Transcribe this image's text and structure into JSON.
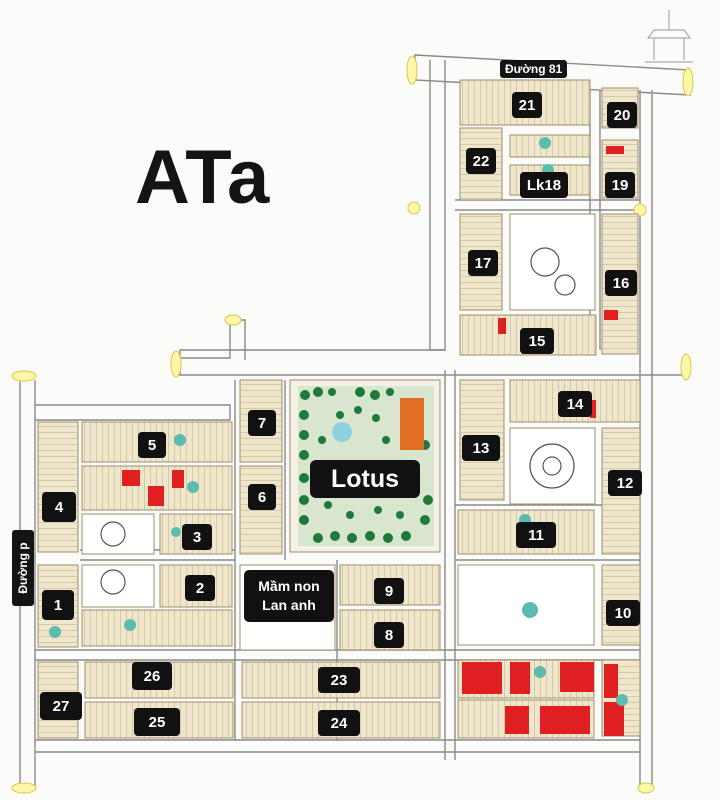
{
  "title": "ATa",
  "park_label": "Lotus",
  "school": {
    "line1": "Mầm non",
    "line2": "Lan anh"
  },
  "roads": {
    "top": "Đường 81",
    "left": "Đường p"
  },
  "blocks": [
    {
      "id": "21"
    },
    {
      "id": "20"
    },
    {
      "id": "22"
    },
    {
      "id": "Lk18"
    },
    {
      "id": "19"
    },
    {
      "id": "17"
    },
    {
      "id": "16"
    },
    {
      "id": "15"
    },
    {
      "id": "14"
    },
    {
      "id": "13"
    },
    {
      "id": "12"
    },
    {
      "id": "11"
    },
    {
      "id": "10"
    },
    {
      "id": "9"
    },
    {
      "id": "8"
    },
    {
      "id": "7"
    },
    {
      "id": "6"
    },
    {
      "id": "5"
    },
    {
      "id": "4"
    },
    {
      "id": "3"
    },
    {
      "id": "2"
    },
    {
      "id": "1"
    },
    {
      "id": "26"
    },
    {
      "id": "27"
    },
    {
      "id": "23"
    },
    {
      "id": "25"
    },
    {
      "id": "24"
    }
  ],
  "colors": {
    "road": "#8a8a8a",
    "lot": "#e7ddc2",
    "sold": "#e02020",
    "park": "#1e7a3a",
    "label_bg": "#111111"
  }
}
